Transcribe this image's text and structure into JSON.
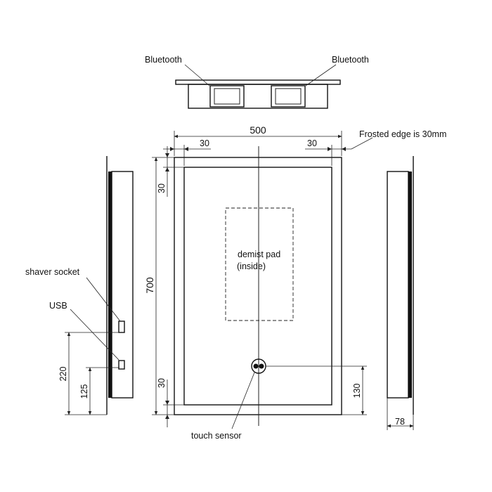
{
  "labels": {
    "bluetooth_left": "Bluetooth",
    "bluetooth_right": "Bluetooth",
    "frosted_edge": "Frosted edge is 30mm",
    "demist_line1": "demist pad",
    "demist_line2": "(inside)",
    "shaver_socket": "shaver socket",
    "usb": "USB",
    "touch_sensor": "touch sensor"
  },
  "dimensions": {
    "width_total": "500",
    "frost_left": "30",
    "frost_right": "30",
    "frost_top": "30",
    "frost_bottom": "30",
    "height_total": "700",
    "sensor_height": "130",
    "shaver_height": "220",
    "usb_height": "125",
    "depth": "78"
  },
  "colors": {
    "line": "#222222",
    "background": "#ffffff"
  }
}
